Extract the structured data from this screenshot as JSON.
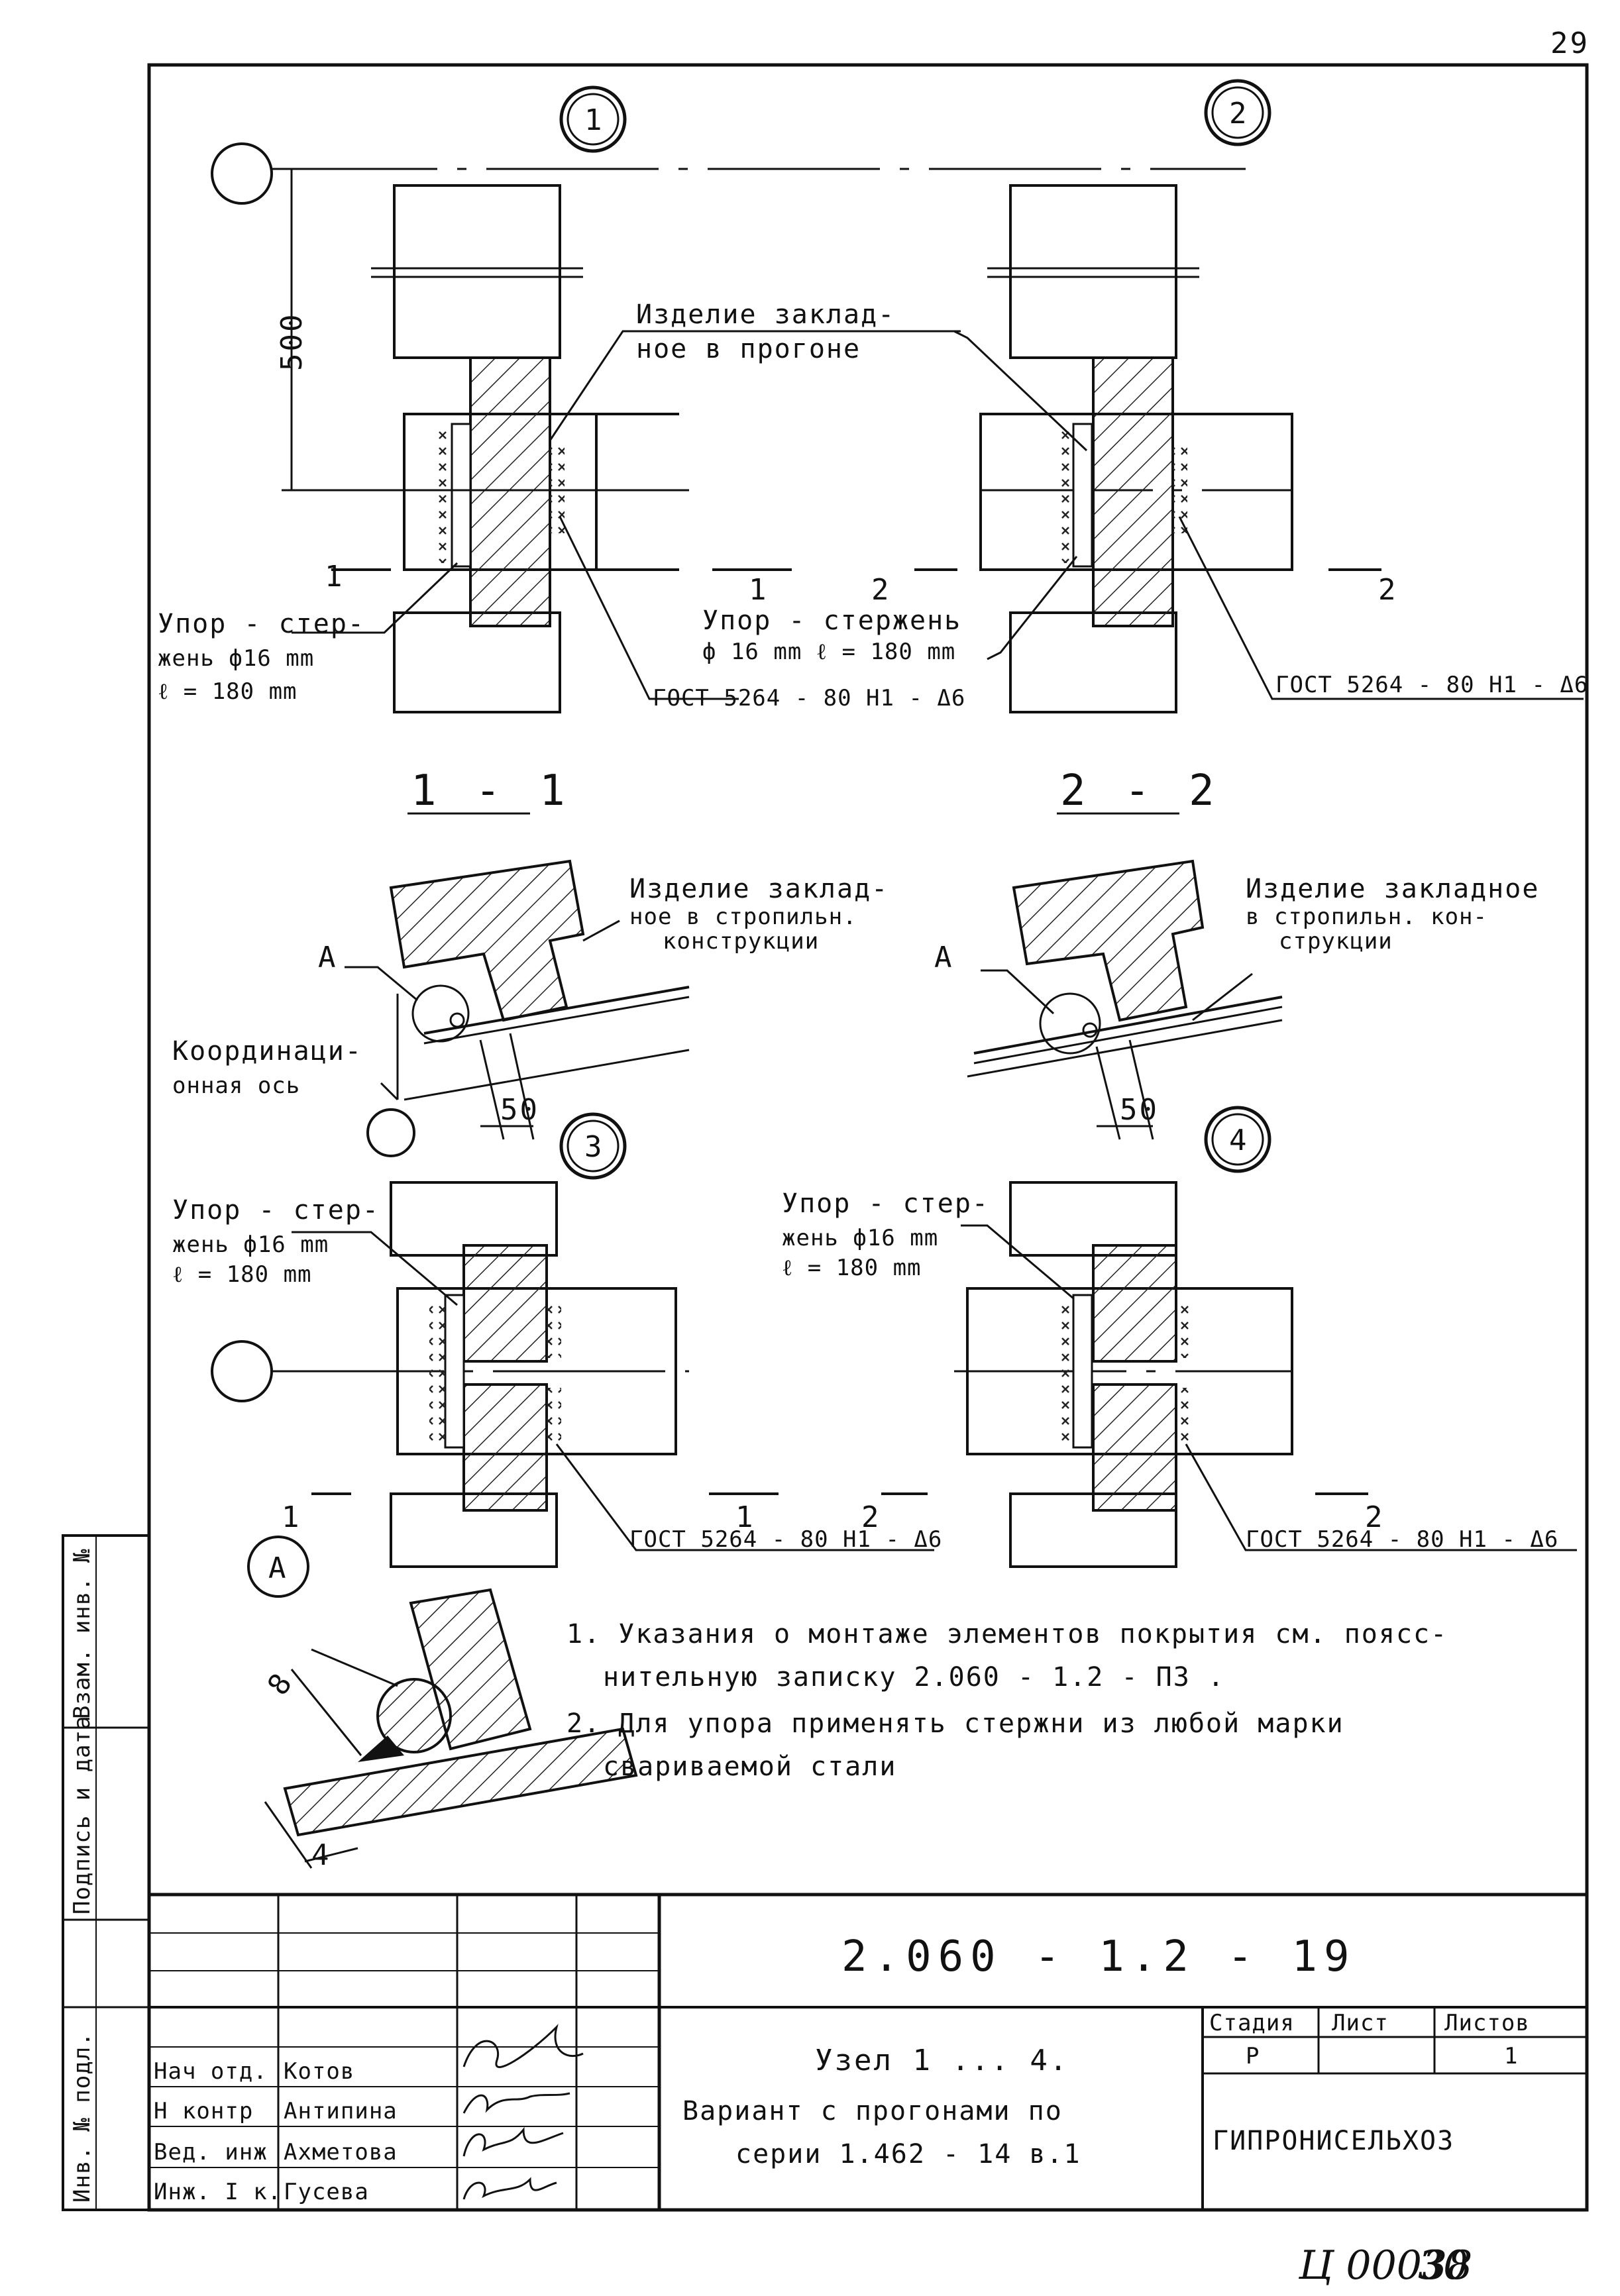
{
  "page": {
    "sheet_number_top": "29",
    "archive_number": "Ц 00038",
    "archive_page": "30"
  },
  "nodes": [
    {
      "number": "1"
    },
    {
      "number": "2"
    },
    {
      "number": "3"
    },
    {
      "number": "4"
    }
  ],
  "dimensions": {
    "height": "500",
    "offset_1": "50",
    "offset_2": "50",
    "weld": "8",
    "gap": "4"
  },
  "section_marks": {
    "s1": "1",
    "s2": "2",
    "section_1": "1 - 1",
    "section_2": "2 - 2",
    "detail": "А"
  },
  "labels": {
    "embed_purlin_1": "Изделие заклад-",
    "embed_purlin_2": "ное в прогоне",
    "stop_rod_1_a": "Упор - стер-",
    "stop_rod_1_b": "жень ф16 mm",
    "stop_rod_1_c": "ℓ = 180 mm",
    "stop_rod_2_a": "Упор - стержень",
    "stop_rod_2_b": "ф 16 mm  ℓ = 180 mm",
    "gost_1": "ГОСТ 5264 - 80 Н1 - Δ6",
    "gost_2": "ГОСТ 5264 - 80 Н1 - Δ6",
    "gost_3": "ГОСТ 5264 - 80 Н1 - Δ6",
    "gost_4": "ГОСТ 5264 - 80 Н1 - Δ6",
    "embed_rafter_1_a": "Изделие заклад-",
    "embed_rafter_1_b": "ное в стропильн.",
    "embed_rafter_1_c": "конструкции",
    "embed_rafter_2_a": "Изделие закладное",
    "embed_rafter_2_b": "в стропильн. кон-",
    "embed_rafter_2_c": "струкции",
    "coord_axis_a": "Координаци-",
    "coord_axis_b": "онная ось",
    "stop_rod_3_a": "Упор - стер-",
    "stop_rod_3_b": "жень ф16 mm",
    "stop_rod_3_c": "ℓ = 180 mm",
    "stop_rod_4_a": "Упор - стер-",
    "stop_rod_4_b": "жень ф16 mm",
    "stop_rod_4_c": "ℓ = 180 mm"
  },
  "notes": {
    "n1_a": "1. Указания о монтаже элементов покрытия см. поясс-",
    "n1_b": "нительную записку 2.060 - 1.2 - ПЗ .",
    "n2_a": "2. Для упора применять стержни из любой марки",
    "n2_b": "свариваемой стали"
  },
  "side_stamp": {
    "inv_podl": "Инв. № подл.",
    "podpis": "Подпись и дата",
    "vzam": "Взам. инв. №"
  },
  "title_block": {
    "code": "2.060 - 1.2 - 19",
    "title_1": "Узел 1 ... 4.",
    "title_2": "Вариант с прогонами по",
    "title_3": "серии 1.462 - 14 в.1",
    "stage_header": "Стадия",
    "sheet_header": "Лист",
    "sheets_header": "Листов",
    "stage": "Р",
    "sheet": "",
    "sheets": "1",
    "organization": "ГИПРОНИСЕЛЬХОЗ",
    "roles": [
      {
        "role": "Нач отд.",
        "name": "Котов"
      },
      {
        "role": "Н контр",
        "name": "Антипина"
      },
      {
        "role": "Вед. инж",
        "name": "Ахметова"
      },
      {
        "role": "Инж. I к.",
        "name": "Гусева"
      }
    ]
  }
}
